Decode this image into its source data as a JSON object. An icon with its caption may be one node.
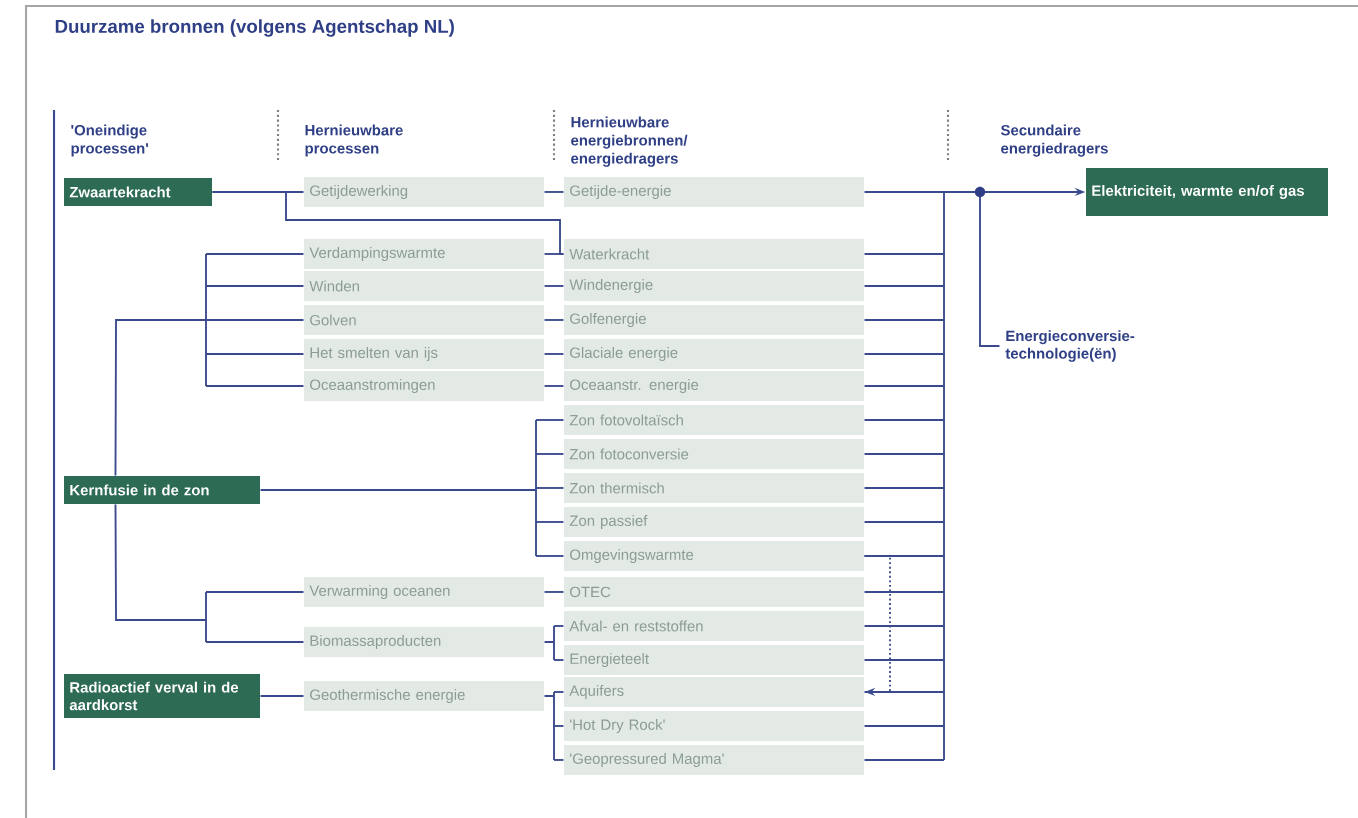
{
  "diagram": {
    "title": "Duurzame bronnen (volgens Agentschap NL)",
    "nodes": [
      {
        "text": [
          "Zwaartekracht"
        ]
      },
      {
        "text": [
          "Kernfusie in de zon"
        ]
      },
      {
        "text": [
          "Radioactief verval in de aardkorst"
        ]
      },
      {
        "text": [
          "Getijdewerking"
        ]
      },
      {
        "text": [
          "Verdampingswarmte"
        ]
      },
      {
        "text": [
          "Winden"
        ]
      },
      {
        "text": [
          "Golven"
        ]
      },
      {
        "text": [
          "Het smelten van ijs"
        ]
      },
      {
        "text": [
          "Oceaanstromingen"
        ]
      },
      {
        "text": [
          "Verwarming oceanen"
        ]
      },
      {
        "text": [
          "Biomassaproducten"
        ]
      },
      {
        "text": [
          "Geothermische energie"
        ]
      },
      {
        "text": [
          "Getijde-energie"
        ]
      },
      {
        "text": [
          "Waterkracht"
        ]
      },
      {
        "text": [
          "Windenergie"
        ]
      },
      {
        "text": [
          "Golfenergie"
        ]
      },
      {
        "text": [
          "Glaciale energie"
        ]
      },
      {
        "text": [
          "Oceaanstr. energie"
        ]
      },
      {
        "text": [
          "Zon fotovoltaïsch"
        ]
      },
      {
        "text": [
          "Zon fotoconversie"
        ]
      },
      {
        "text": [
          "Zon thermisch"
        ]
      },
      {
        "text": [
          "Zon passief"
        ]
      },
      {
        "text": [
          "Omgevingswarmte"
        ]
      },
      {
        "text": [
          "OTEC"
        ]
      },
      {
        "text": [
          "Afval- en reststoffen"
        ]
      },
      {
        "text": [
          "Energieteelt"
        ]
      },
      {
        "text": [
          "Aquifers"
        ]
      },
      {
        "text": [
          "'Hot Dry Rock'"
        ]
      },
      {
        "text": [
          "'Geopressured Magma'"
        ]
      },
      {
        "text": [
          "Elektriciteit, warmte en/of gas"
        ]
      },
      {
        "text": [
          "Energieconversie-technologie(ën)"
        ]
      }
    ],
    "edges": [
      {
        "from": 0,
        "to": 3,
        "arrow": "none"
      },
      {
        "from": 0,
        "to": 13,
        "arrow": "none"
      },
      {
        "from": 1,
        "to": 4,
        "arrow": "none"
      },
      {
        "from": 1,
        "to": 5,
        "arrow": "none"
      },
      {
        "from": 1,
        "to": 6,
        "arrow": "none"
      },
      {
        "from": 1,
        "to": 7,
        "arrow": "none"
      },
      {
        "from": 1,
        "to": 8,
        "arrow": "none"
      },
      {
        "from": 1,
        "to": 9,
        "arrow": "none"
      },
      {
        "from": 1,
        "to": 10,
        "arrow": "none"
      },
      {
        "from": 1,
        "to": 18,
        "arrow": "none"
      },
      {
        "from": 1,
        "to": 19,
        "arrow": "none"
      },
      {
        "from": 1,
        "to": 20,
        "arrow": "none"
      },
      {
        "from": 1,
        "to": 21,
        "arrow": "none"
      },
      {
        "from": 1,
        "to": 22,
        "arrow": "none"
      },
      {
        "from": 2,
        "to": 11,
        "arrow": "none"
      },
      {
        "from": 3,
        "to": 12,
        "arrow": "none"
      },
      {
        "from": 4,
        "to": 13,
        "arrow": "none"
      },
      {
        "from": 5,
        "to": 14,
        "arrow": "none"
      },
      {
        "from": 6,
        "to": 15,
        "arrow": "none"
      },
      {
        "from": 7,
        "to": 16,
        "arrow": "none"
      },
      {
        "from": 8,
        "to": 17,
        "arrow": "none"
      },
      {
        "from": 9,
        "to": 23,
        "arrow": "none"
      },
      {
        "from": 10,
        "to": 24,
        "arrow": "none"
      },
      {
        "from": 10,
        "to": 25,
        "arrow": "none"
      },
      {
        "from": 11,
        "to": 26,
        "arrow": "none"
      },
      {
        "from": 11,
        "to": 27,
        "arrow": "none"
      },
      {
        "from": 11,
        "to": 28,
        "arrow": "none"
      },
      {
        "from": 12,
        "to": 29,
        "arrow": "to"
      },
      {
        "from": 13,
        "to": 29,
        "arrow": "to"
      },
      {
        "from": 14,
        "to": 29,
        "arrow": "to"
      },
      {
        "from": 15,
        "to": 29,
        "arrow": "to"
      },
      {
        "from": 16,
        "to": 29,
        "arrow": "to"
      },
      {
        "from": 17,
        "to": 29,
        "arrow": "to"
      },
      {
        "from": 18,
        "to": 29,
        "arrow": "to"
      },
      {
        "from": 19,
        "to": 29,
        "arrow": "to"
      },
      {
        "from": 20,
        "to": 29,
        "arrow": "to"
      },
      {
        "from": 21,
        "to": 29,
        "arrow": "to"
      },
      {
        "from": 22,
        "to": 29,
        "arrow": "to"
      },
      {
        "from": 23,
        "to": 29,
        "arrow": "to"
      },
      {
        "from": 24,
        "to": 29,
        "arrow": "to"
      },
      {
        "from": 25,
        "to": 29,
        "arrow": "to"
      },
      {
        "from": 26,
        "to": 29,
        "arrow": "to"
      },
      {
        "from": 27,
        "to": 29,
        "arrow": "to"
      },
      {
        "from": 28,
        "to": 29,
        "arrow": "to"
      },
      {
        "from": 30,
        "to": 29,
        "arrow": "to"
      },
      {
        "from": 22,
        "to": 26,
        "arrow": "to",
        "style": "dashed"
      }
    ],
    "labels": [
      "'Oneindige processen'",
      "Hernieuwbare processen",
      "Hernieuwbare energiebronnen/ energiedragers",
      "Secundaire energiedragers"
    ]
  }
}
